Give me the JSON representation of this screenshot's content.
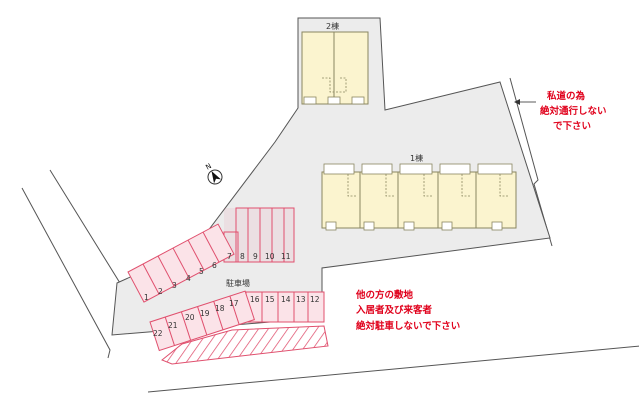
{
  "buildings": {
    "building_2_label": "2棟",
    "building_1_label": "1棟"
  },
  "parking": {
    "label": "駐車場",
    "slots": [
      "1",
      "2",
      "3",
      "4",
      "5",
      "6",
      "7",
      "8",
      "9",
      "10",
      "11",
      "12",
      "13",
      "14",
      "15",
      "16",
      "17",
      "18",
      "19",
      "20",
      "21",
      "22"
    ]
  },
  "compass": {
    "north_label": "N"
  },
  "notes": {
    "private_road": [
      "私道の為",
      "絶対通行しない",
      "で下さい"
    ],
    "other_land": [
      "他の方の敷地",
      "入居者及び来客者",
      "絶対駐車しないで下さい"
    ]
  },
  "colors": {
    "site_fill": "#ececec",
    "site_outline": "#555555",
    "building_fill": "#fbf4cf",
    "building_outline": "#8a8660",
    "parking_outline": "#e0506e",
    "parking_fill": "#fbe3e8",
    "note_text": "#e0001b",
    "hatch": "#e0506e"
  },
  "icons": {
    "compass": "compass-north-icon",
    "arrow": "pointer-arrow-icon"
  }
}
